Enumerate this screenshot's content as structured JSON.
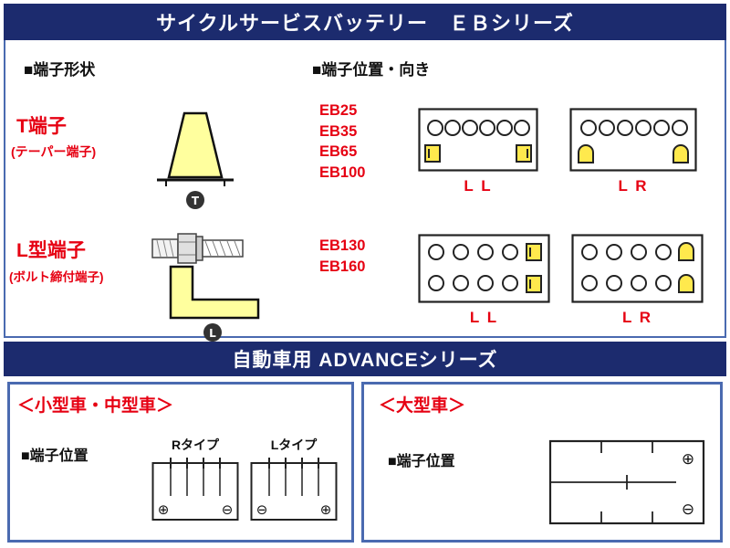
{
  "colors": {
    "navy": "#1c2b6e",
    "red": "#e60012",
    "terminal_yellow": "#ffe94d",
    "shape_yellow": "#ffff9e",
    "panel_border": "#4a6ab0"
  },
  "eb": {
    "banner": "サイクルサービスバッテリー　ＥＢシリーズ",
    "shape": {
      "heading": "■端子形状",
      "t": {
        "name": "T端子",
        "sub": "(テーパー端子)",
        "badge": "T"
      },
      "l": {
        "name": "L型端子",
        "sub": "(ボルト締付端子)",
        "badge": "L"
      }
    },
    "position": {
      "heading": "■端子位置・向き",
      "group1": {
        "models": [
          "EB25",
          "EB35",
          "EB65",
          "EB100"
        ],
        "left_label": "L L",
        "right_label": "L R"
      },
      "group2": {
        "models": [
          "EB130",
          "EB160"
        ],
        "left_label": "L L",
        "right_label": "L R"
      }
    }
  },
  "advance": {
    "banner": "自動車用 ADVANCEシリーズ",
    "small_medium": {
      "title": "＜小型車・中型車＞",
      "heading": "■端子位置",
      "r_type": {
        "label": "Rタイプ",
        "left": "⊕",
        "right": "⊖"
      },
      "l_type": {
        "label": "Lタイプ",
        "left": "⊖",
        "right": "⊕"
      }
    },
    "large": {
      "title": "＜大型車＞",
      "heading": "■端子位置",
      "top_right": "⊕",
      "bottom_right": "⊖"
    }
  }
}
